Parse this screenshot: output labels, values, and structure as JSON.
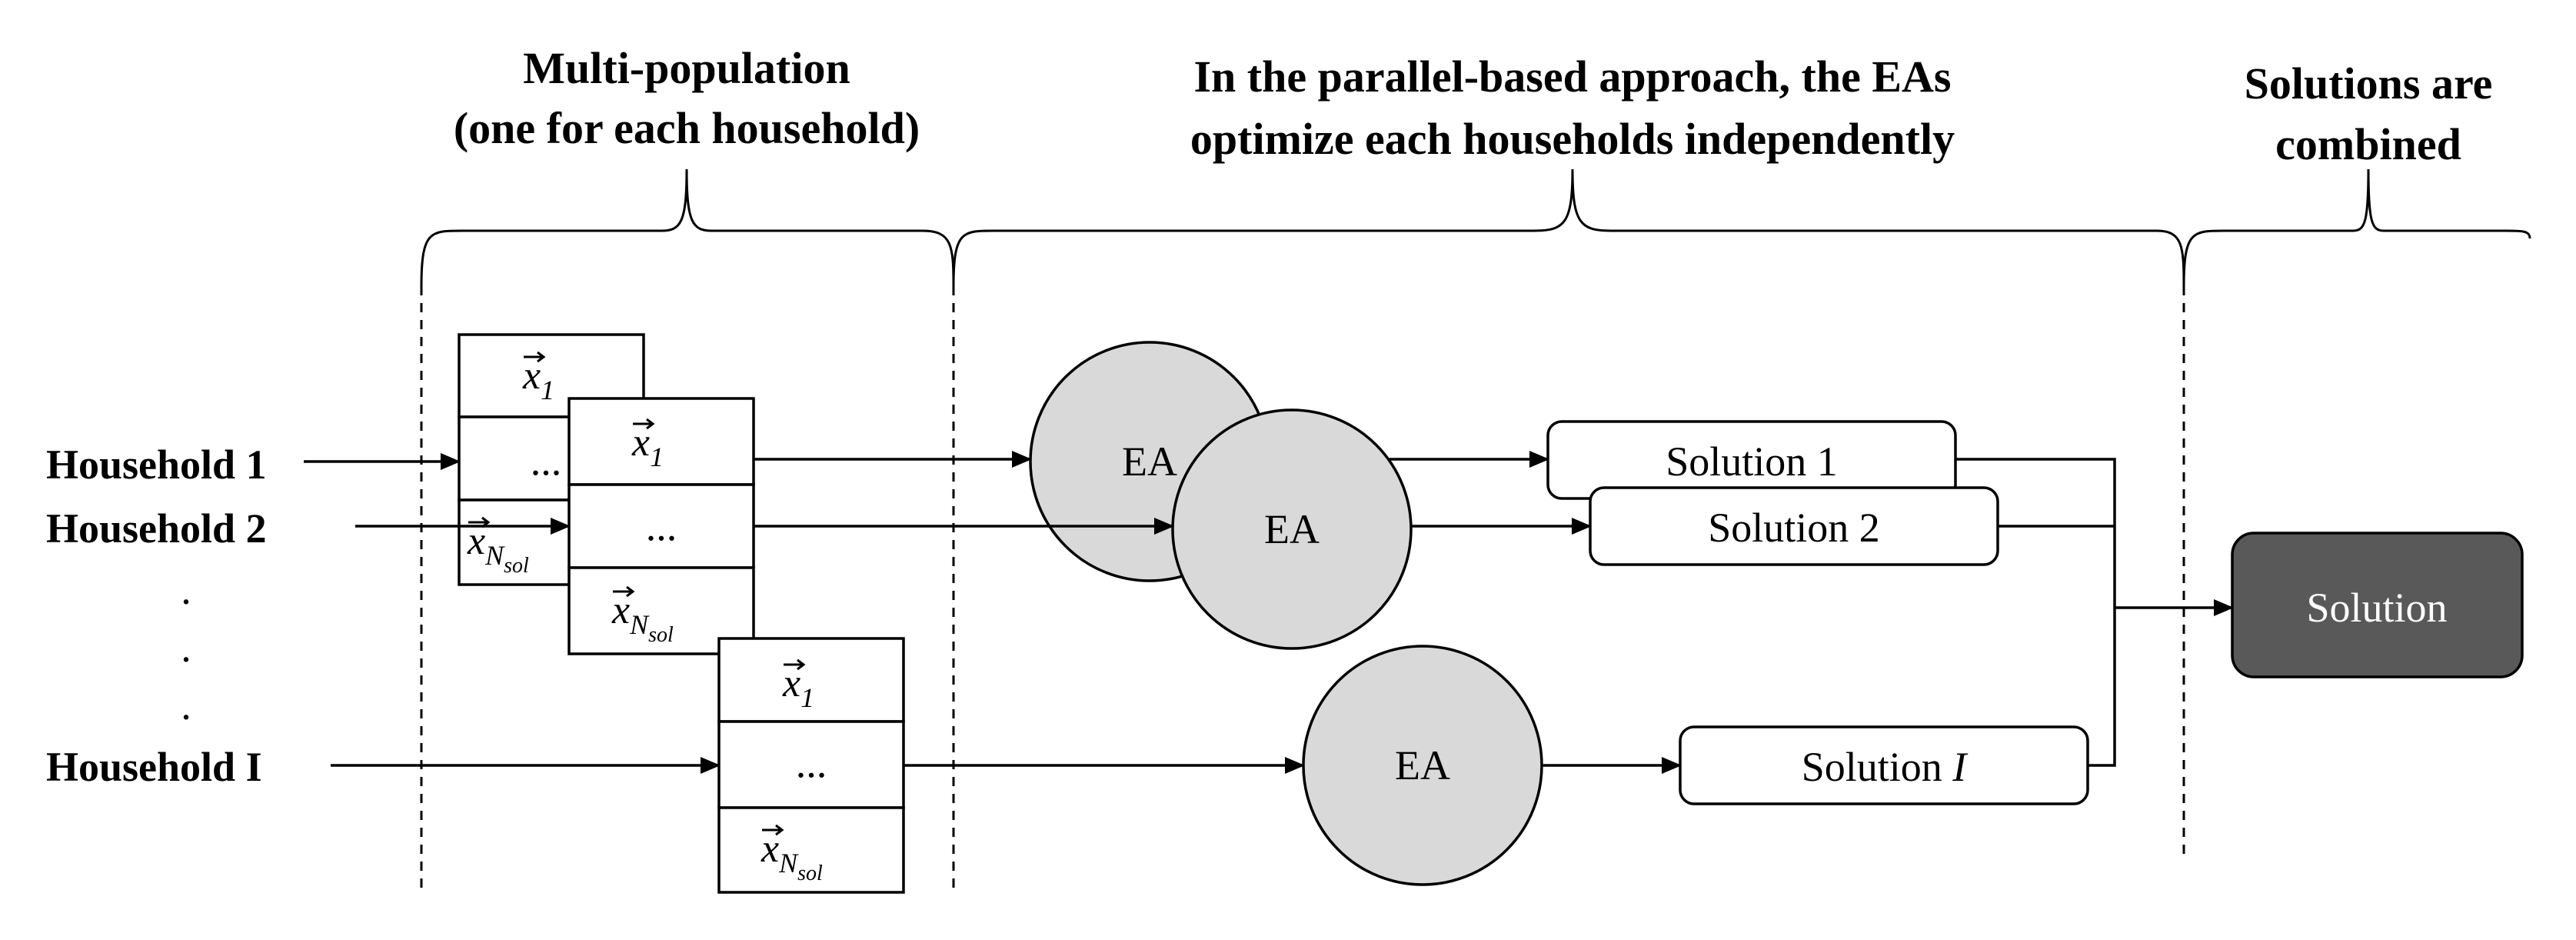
{
  "colors": {
    "ea_fill": "#d9d9d9",
    "final_solution_fill": "#595959",
    "final_solution_text": "#ffffff"
  },
  "headers": {
    "multi_population": [
      "Multi-population",
      "(one for each household)"
    ],
    "parallel": [
      "In the parallel-based approach, the EAs",
      "optimize each households independently"
    ],
    "combined": [
      "Solutions are",
      "combined"
    ]
  },
  "households": {
    "h1": "Household 1",
    "h2": "Household 2",
    "hI": "Household I",
    "dots": [
      "·",
      "·",
      "·"
    ]
  },
  "population": {
    "first": "x",
    "first_sub": "1",
    "middle": "...",
    "last": "x",
    "last_sub": "N",
    "last_subsub": "sol"
  },
  "ea": {
    "label": "EA"
  },
  "solutions": {
    "s1": "Solution 1",
    "s2": "Solution 2",
    "sI_prefix": "Solution ",
    "sI_var": "I",
    "final": "Solution"
  }
}
